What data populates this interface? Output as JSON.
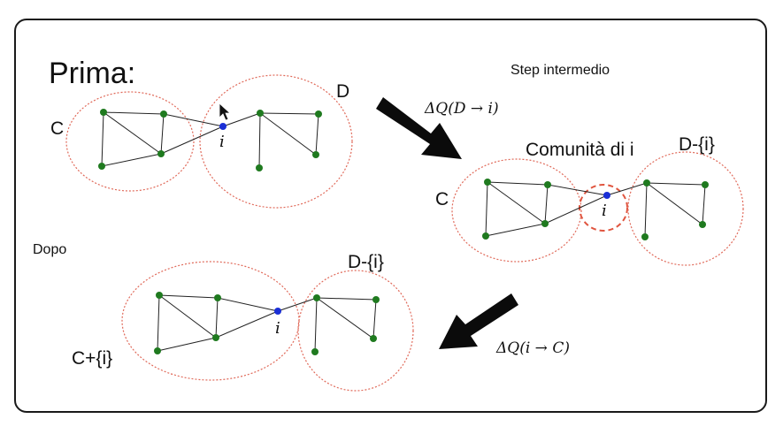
{
  "colors": {
    "frame": "#1a1a1a",
    "community_outline": "#e06a5a",
    "isolated_outline": "#e0553f",
    "node_default": "#1f7a1f",
    "node_highlight": "#1a2fd6",
    "edge": "#222222",
    "arrow": "#0b0b0b"
  },
  "labels": {
    "prima": "Prima:",
    "step_intermedio": "Step intermedio",
    "dopo": "Dopo",
    "c_before": "C",
    "d_before": "D",
    "node_i_before": "i",
    "delta_d_to_i": "ΔQ(D → i)",
    "comunita_di_i": "Comunità di i",
    "c_mid": "C",
    "d_minus_i_mid": "D-{i}",
    "node_i_mid": "i",
    "delta_i_to_c": "ΔQ(i → C)",
    "d_minus_i_after": "D-{i}",
    "c_plus_i_after": "C+{i}",
    "node_i_after": "i"
  },
  "icons": [
    "cursor-arrow-icon",
    "right-down-arrow-icon",
    "left-down-arrow-icon"
  ]
}
